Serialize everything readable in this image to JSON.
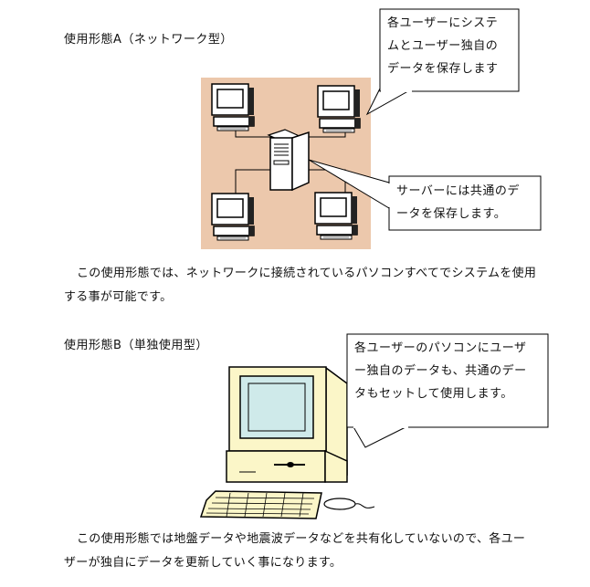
{
  "section_a": {
    "heading": "使用形態A（ネットワーク型）",
    "callout_top": [
      "各ユーザーにシステ",
      "ムとユーザー独自の",
      "データを保存します"
    ],
    "callout_server": [
      "サーバーには共通のデ",
      "ータを保存します。"
    ],
    "paragraph": [
      "この使用形態では、ネットワークに接続されているパソコンすべてでシステムを使用",
      "する事が可能です。"
    ],
    "colors": {
      "panel_bg": "#ecc8ac"
    }
  },
  "section_b": {
    "heading": "使用形態B（単独使用型）",
    "callout": [
      "各ユーザーのパソコンにユーザ",
      "ー独自のデータも、共通のデー",
      "タもセットして使用します。"
    ],
    "paragraph": [
      "この使用形態では地盤データや地震波データなどを共有化していないので、各ユー",
      "ザーが独自にデータを更新していく事になります。"
    ],
    "colors": {
      "computer_body": "#fbf6c8",
      "screen": "#cfeaea"
    }
  }
}
